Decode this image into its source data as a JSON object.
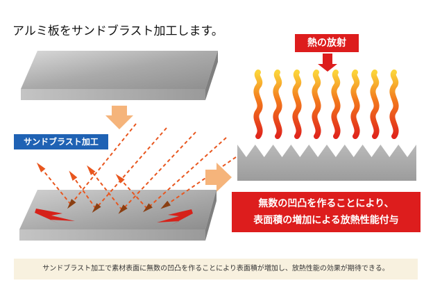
{
  "title": "アルミ板をサンドブラスト加工します。",
  "labels": {
    "heat_radiation": "熱の放射",
    "sandblast": "サンドブラスト加工"
  },
  "callout": {
    "line1": "無数の凹凸を作ることにより、",
    "line2": "表面積の増加による放熱性能付与"
  },
  "caption": "サンドブラスト加工で素材表面に無数の凹凸を作ることにより表面積が増加し、放熱性能の効果が期待できる。",
  "colors": {
    "label_red": "#dd1d1d",
    "label_blue": "#1f62b4",
    "arrow_peach": "#f5b47b",
    "dash_orange": "#e8561e",
    "arrowhead_brown": "#8a3f12",
    "caption_bg": "#f8f1df"
  },
  "icons": {
    "heat_waves": "wavy-heat-lines",
    "flow_arrows": "block-arrows",
    "particle_paths": "dashed-arrows",
    "impact_marks": "spark-marks"
  }
}
